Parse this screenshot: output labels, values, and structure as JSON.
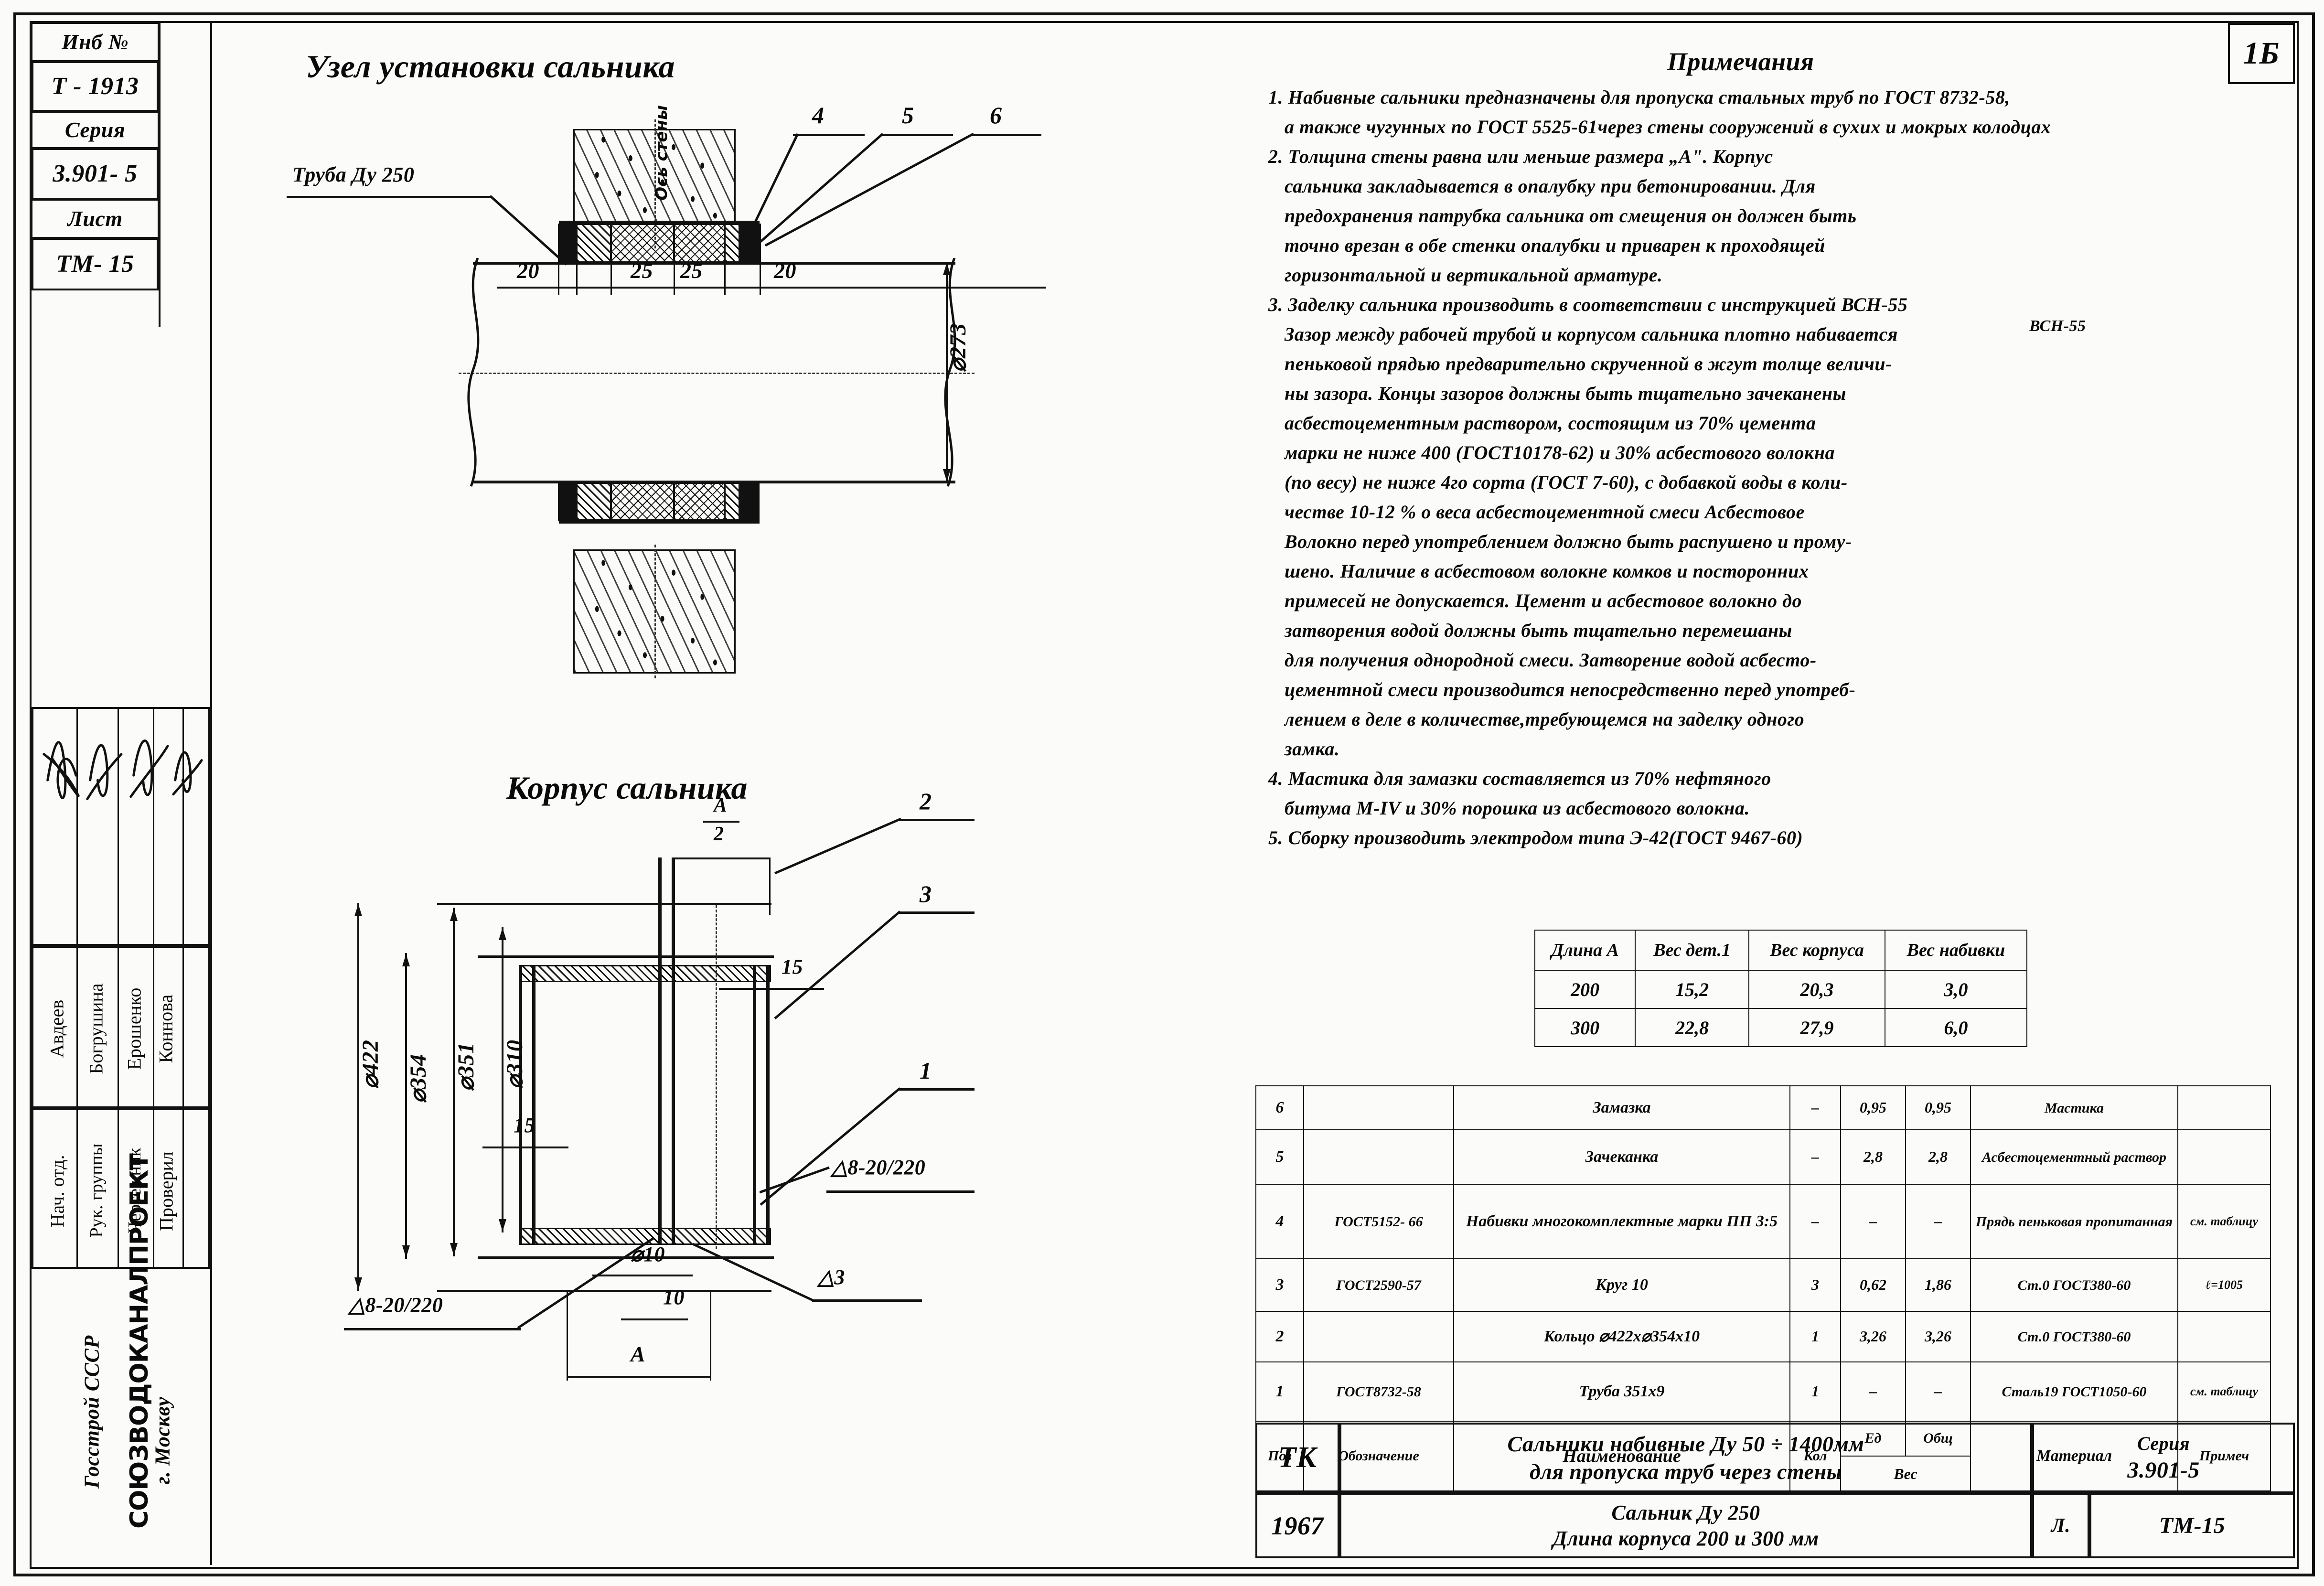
{
  "sheet": {
    "number": "1Б"
  },
  "left_block": {
    "inv_label": "Инб №",
    "inv_value": "Т - 1913",
    "series_label": "Серия",
    "series_value": "3.901- 5",
    "list_label": "Лист",
    "list_value": "ТМ- 15",
    "signatures": [
      {
        "role": "Нач. отд.",
        "name": "Авдеев"
      },
      {
        "role": "Рук. группы",
        "name": "Богрушина"
      },
      {
        "role": "Чертежник",
        "name": "Ерошенко"
      },
      {
        "role": "Проверил",
        "name": "Коннова"
      }
    ],
    "org_top": "Госстрой СССР",
    "org_name": "СОЮЗВОДОКАНАЛПРОЕКТ",
    "org_city": "г. Москву"
  },
  "view_top": {
    "title": "Узел установки сальника",
    "label_pipe": "Труба Ду 250",
    "label_axis": "Ось стены",
    "callouts": [
      "4",
      "5",
      "6"
    ],
    "dims": [
      "20",
      "25",
      "25",
      "20"
    ],
    "dim_diameter": "⌀273"
  },
  "view_bottom": {
    "title": "Корпус сальника",
    "dim_a_over_2_num": "А",
    "dim_a_over_2_den": "2",
    "dim_a": "А",
    "callouts": [
      "2",
      "3",
      "1"
    ],
    "dims_15": [
      "15",
      "15"
    ],
    "dim_10": "10",
    "dim_hole": "⌀10",
    "diameters": [
      "⌀422",
      "⌀354",
      "⌀351",
      "⌀310"
    ],
    "welds": [
      "△8-20/220",
      "△8-20/220",
      "△3"
    ]
  },
  "notes": {
    "title": "Примечания",
    "items": [
      "1. Набивные сальники предназначены для пропуска стальных труб по ГОСТ 8732-58,",
      "а также чугунных по ГОСТ 5525-61через стены сооружений в сухих и мокрых колодцах",
      "2. Толщина стены равна или меньше размера „А\". Корпус",
      "сальника закладывается в опалубку при бетонировании. Для",
      "предохранения патрубка сальника от смещения он должен быть",
      "точно врезан в обе стенки опалубки и приварен к проходящей",
      "горизонтальной и вертикальной арматуре.",
      "3. Заделку сальника производить в соответствии с инструкцией ВСН-55",
      "Зазор между рабочей трубой и корпусом сальника плотно набивается",
      "пеньковой  прядью предварительно скрученной в жгут толще величи-",
      "ны зазора. Концы зазоров должны быть тщательно зачеканены",
      "асбестоцементным раствором, состоящим из 70% цемента",
      "марки не ниже 400 (ГОСТ10178-62) и 30% асбестового волокна",
      "(по весу) не ниже 4го сорта (ГОСТ 7-60), с добавкой воды в коли-",
      "честве 10-12 % о веса асбестоцементной смеси Асбестовое",
      "Волокно перед употреблением должно быть распушено и прому-",
      "шено. Наличие в асбестовом волокне комков и посторонних",
      "примесей не допускается. Цемент и асбестовое волокно до",
      "затворения водой должны быть тщательно перемешаны",
      "для получения однородной смеси. Затворение водой асбесто-",
      "цементной смеси производится непосредственно перед употреб-",
      "лением в деле в  количестве,требующемся на заделку одного",
      "замка.",
      "4. Мастика для замазки составляется из 70% нефтяного",
      "битума М-IV и 30% порошка из асбестового волокна.",
      "5. Сборку  производить  электродом типа Э-42(ГОСТ 9467-60)"
    ],
    "side_note": "ВСН-55"
  },
  "weight_table": {
    "headers": [
      "Длина А",
      "Вес дет.1",
      "Вес корпуса",
      "Вес набивки"
    ],
    "rows": [
      [
        "200",
        "15,2",
        "20,3",
        "3,0"
      ],
      [
        "300",
        "22,8",
        "27,9",
        "6,0"
      ]
    ]
  },
  "spec_table": {
    "headers": {
      "pos": "Поз",
      "desig": "Обозначение",
      "name": "Наименование",
      "qty": "Кол",
      "weight_group": "Вес",
      "weight_unit": "Ед",
      "weight_total": "Общ",
      "material": "Материал",
      "note": "Примеч"
    },
    "rows": [
      {
        "pos": "6",
        "desig": "",
        "name": "Замазка",
        "qty": "–",
        "wu": "0,95",
        "wt": "0,95",
        "material": "Мастика",
        "note": ""
      },
      {
        "pos": "5",
        "desig": "",
        "name": "Зачеканка",
        "qty": "–",
        "wu": "2,8",
        "wt": "2,8",
        "material": "Асбестоцементный раствор",
        "note": ""
      },
      {
        "pos": "4",
        "desig": "ГОСТ5152- 66",
        "name": "Набивки многокомплектные марки ПП 3:5",
        "qty": "–",
        "wu": "–",
        "wt": "–",
        "material": "Прядь пеньковая пропитанная",
        "note": "см. таблицу"
      },
      {
        "pos": "3",
        "desig": "ГОСТ2590-57",
        "name": "Круг 10",
        "qty": "3",
        "wu": "0,62",
        "wt": "1,86",
        "material": "Ст.0 ГОСТ380-60",
        "note": "ℓ=1005"
      },
      {
        "pos": "2",
        "desig": "",
        "name": "Кольцо ⌀422х⌀354х10",
        "qty": "1",
        "wu": "3,26",
        "wt": "3,26",
        "material": "Ст.0 ГОСТ380-60",
        "note": ""
      },
      {
        "pos": "1",
        "desig": "ГОСТ8732-58",
        "name": "Труба 351х9",
        "qty": "1",
        "wu": "–",
        "wt": "–",
        "material": "Сталь19 ГОСТ1050-60",
        "note": "см. таблицу"
      }
    ]
  },
  "title_block": {
    "stage": "ТК",
    "year": "1967",
    "title_line1": "Сальники  набивные  Ду 50 ÷ 1400мм",
    "title_line2": "для  пропуска  труб  через  стены",
    "subtitle_line1": "Сальник  Ду 250",
    "subtitle_line2": "Длина корпуса 200 и 300 мм",
    "series_label": "Серия",
    "series_value": "3.901-5",
    "sheet_label": "Л.",
    "sheet_value": "ТМ-15"
  }
}
